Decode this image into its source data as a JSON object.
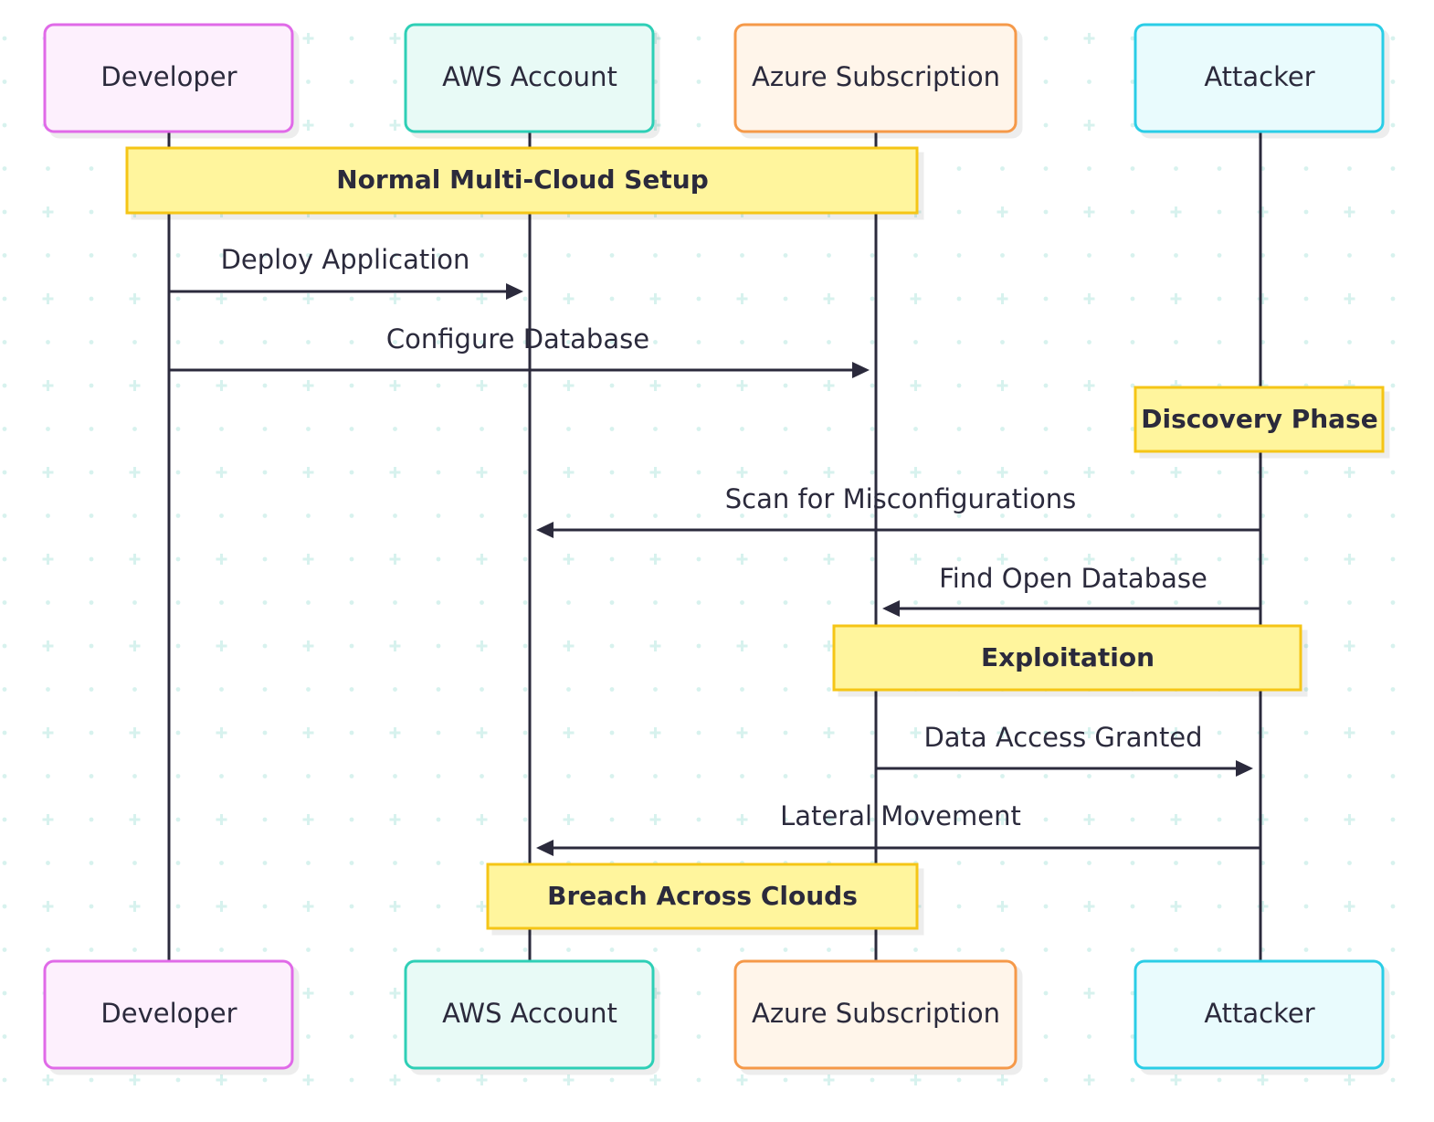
{
  "actors": [
    {
      "id": "developer",
      "label": "Developer",
      "fill": "#fdf0fd",
      "stroke": "#e06ae8"
    },
    {
      "id": "aws",
      "label": "AWS Account",
      "fill": "#e8faf6",
      "stroke": "#2fcfb6"
    },
    {
      "id": "azure",
      "label": "Azure Subscription",
      "fill": "#fff5ea",
      "stroke": "#f5994a"
    },
    {
      "id": "attacker",
      "label": "Attacker",
      "fill": "#e9fbfd",
      "stroke": "#29cde6"
    }
  ],
  "notes": {
    "normal_setup": "Normal Multi-Cloud Setup",
    "discovery": "Discovery Phase",
    "exploitation": "Exploitation",
    "breach": "Breach Across Clouds"
  },
  "messages": {
    "deploy": "Deploy Application",
    "configure": "Configure Database",
    "scan": "Scan for Misconfigurations",
    "find": "Find Open Database",
    "access": "Data Access Granted",
    "lateral": "Lateral Movement"
  },
  "colors": {
    "line": "#2b2a3c",
    "note_fill": "#fff59d",
    "note_stroke": "#f5c518",
    "grid": "#d7f2ee"
  }
}
